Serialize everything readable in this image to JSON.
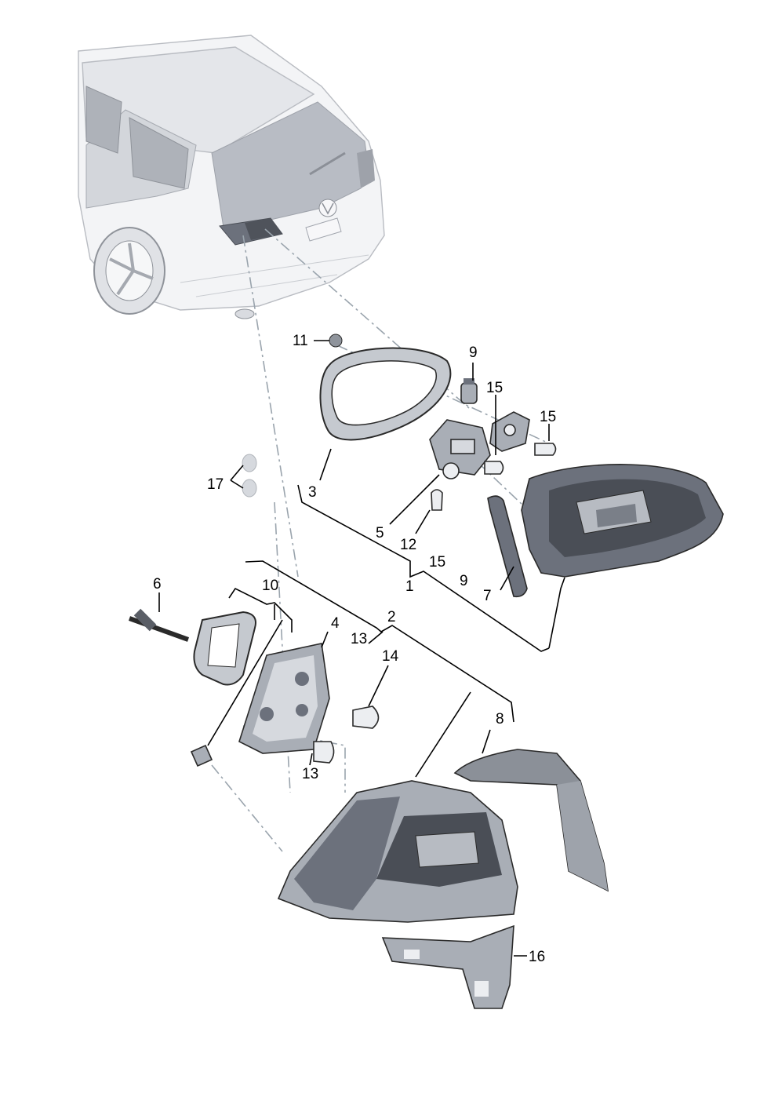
{
  "callouts": {
    "c1": "1",
    "c2": "2",
    "c3": "3",
    "c4": "4",
    "c5": "5",
    "c6": "6",
    "c7": "7",
    "c8": "8",
    "c9a": "9",
    "c9b": "9",
    "c10": "10",
    "c11": "11",
    "c12": "12",
    "c13a": "13",
    "c13b": "13",
    "c14": "14",
    "c15a": "15",
    "c15b": "15",
    "c15c": "15",
    "c16": "16",
    "c17": "17"
  },
  "colors": {
    "lamp_dark": "#6c717c",
    "lamp_mid": "#a9aeb6",
    "leader_dash": "#9aa4ad"
  }
}
